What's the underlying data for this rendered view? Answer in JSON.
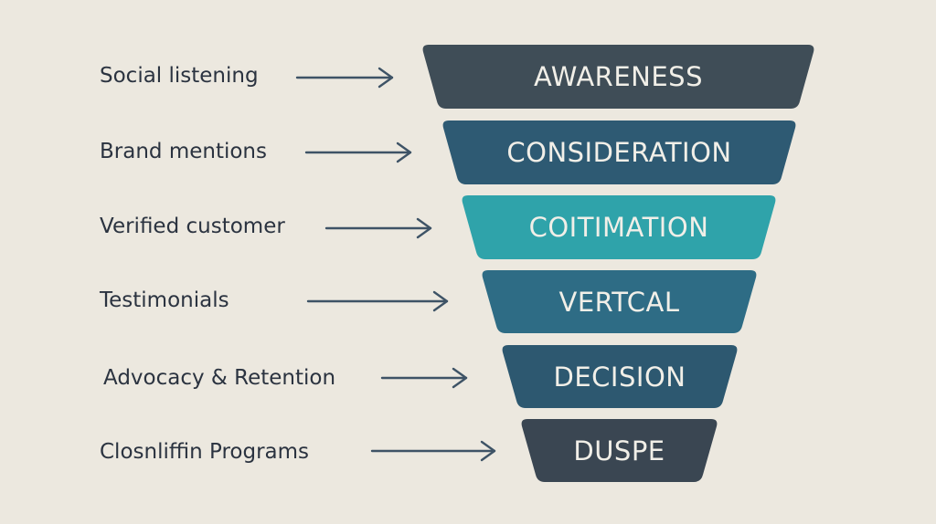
{
  "funnel": {
    "stages": [
      {
        "label": "AWARENESS",
        "color": "#3F4D57"
      },
      {
        "label": "CONSIDERATION",
        "color": "#2E5A73"
      },
      {
        "label": "COITIMATION",
        "color": "#2FA3AA"
      },
      {
        "label": "VERTCAL",
        "color": "#2E6C85"
      },
      {
        "label": "DECISION",
        "color": "#2D5870"
      },
      {
        "label": "DUSPE",
        "color": "#3A4652"
      }
    ]
  },
  "left_items": [
    {
      "label": "Social listening"
    },
    {
      "label": "Brand mentions"
    },
    {
      "label": "Verified customer"
    },
    {
      "label": "Testimonials"
    },
    {
      "label": "Advocacy & Retention"
    },
    {
      "label": "Closnliffin Programs"
    }
  ],
  "colors": {
    "background": "#ECE8DF",
    "arrow": "#3E5366",
    "label_text": "#2B3340",
    "stage_text": "#F1EFE8"
  }
}
